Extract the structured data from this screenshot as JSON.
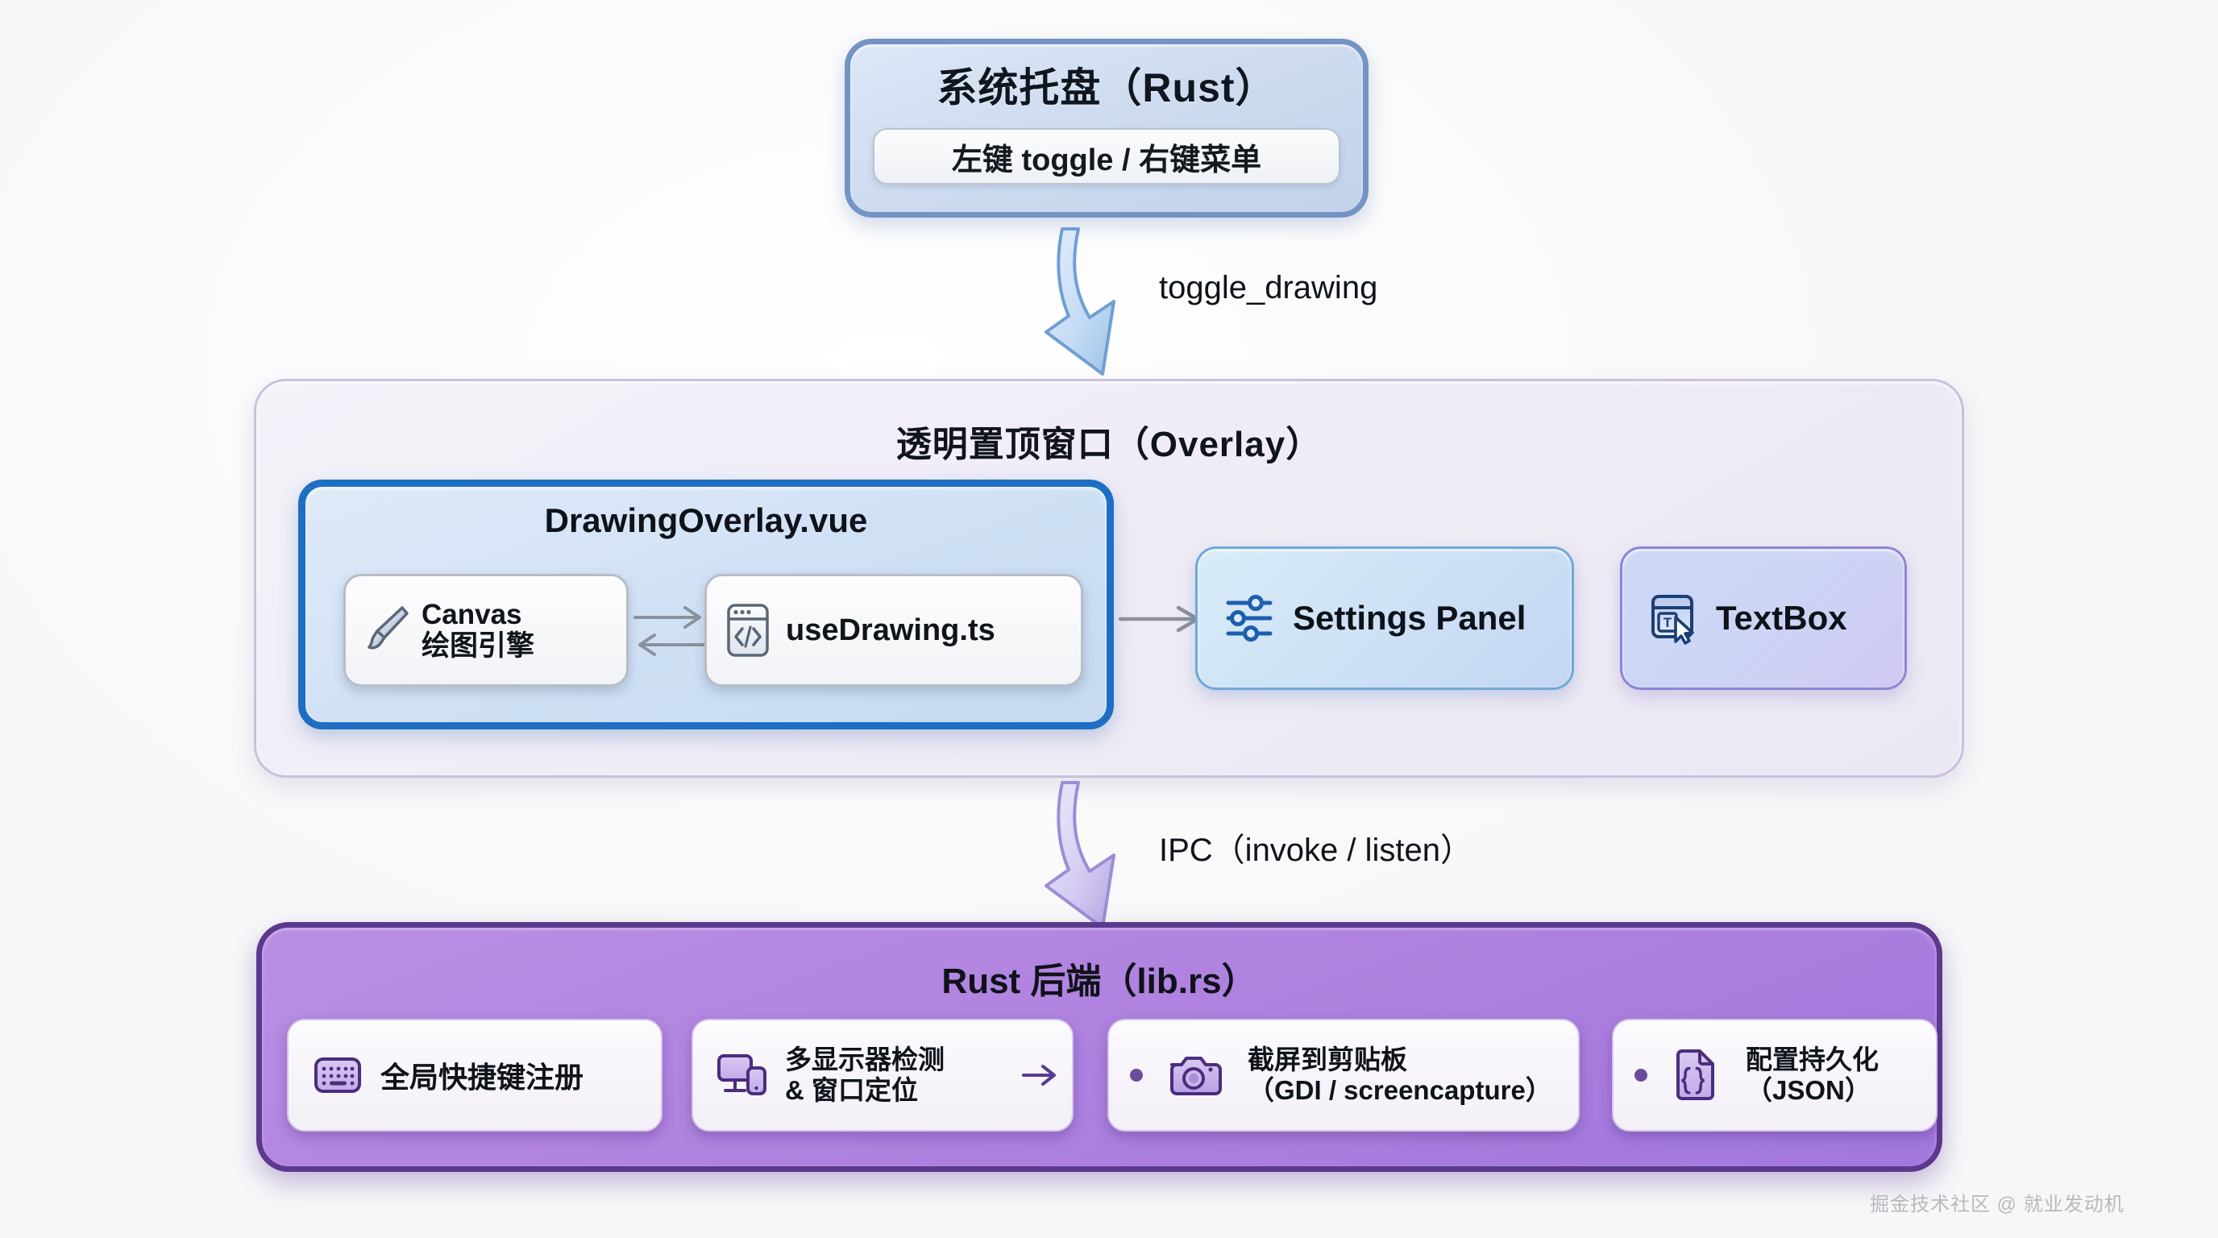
{
  "diagram": {
    "title_hidden": "",
    "background_color": "#fafafa"
  },
  "tray": {
    "title": "系统托盘（Rust）",
    "subtitle": "左键 toggle / 右键菜单",
    "border_color": "#7394c4",
    "fill_from": "#dce7f7",
    "fill_to": "#c1d2ea"
  },
  "arrows": {
    "toggle_label": "toggle_drawing",
    "ipc_label": "IPC（invoke / listen）",
    "toggle_color": "#7fa8d8",
    "ipc_color": "#a99ad8",
    "inner_arrow_color": "#8b919c"
  },
  "overlay": {
    "title": "透明置顶窗口（Overlay）",
    "border_color": "#c9bfdd",
    "fill_color": "#f1edf7",
    "drawing": {
      "title": "DrawingOverlay.vue",
      "border_color": "#1e6fc3",
      "fill_from": "#dfeaf8",
      "fill_to": "#c6d9f1",
      "cards": [
        {
          "icon": "paintbrush-icon",
          "line1": "Canvas",
          "line2": "绘图引擎"
        },
        {
          "icon": "code-window-icon",
          "label": "useDrawing.ts"
        }
      ]
    },
    "settings": {
      "icon": "sliders-icon",
      "label": "Settings Panel",
      "border_color": "#6fa8d8"
    },
    "textbox": {
      "icon": "textbox-cursor-icon",
      "label": "TextBox",
      "border_color": "#8b86d6"
    }
  },
  "rust": {
    "title": "Rust 后端（lib.rs）",
    "border_color": "#5b3a8e",
    "fill_from": "#b98fe3",
    "fill_to": "#a277dc",
    "cards": [
      {
        "icon": "keyboard-icon",
        "label": "全局快捷键注册",
        "has_bullet": false,
        "has_arrow": false
      },
      {
        "icon": "multi-monitor-icon",
        "line1": "多显示器检测",
        "line2": "& 窗口定位",
        "has_bullet": false,
        "has_arrow": true
      },
      {
        "icon": "camera-icon",
        "line1": "截屏到剪贴板",
        "line2": "（GDI / screencapture）",
        "has_bullet": true,
        "has_arrow": false
      },
      {
        "icon": "json-file-icon",
        "line1": "配置持久化",
        "line2": "（JSON）",
        "has_bullet": true,
        "has_arrow": false
      }
    ]
  },
  "watermark": {
    "text": "掘金技术社区 @ 就业发动机"
  }
}
